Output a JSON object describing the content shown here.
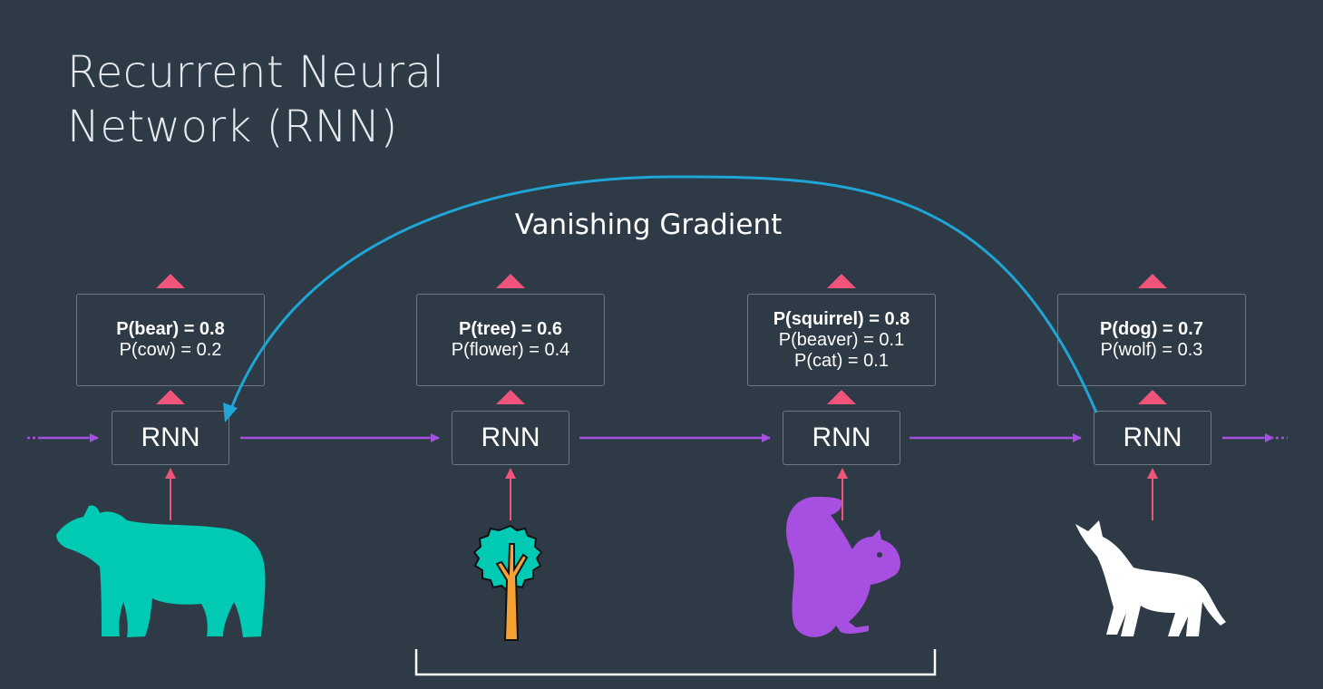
{
  "title": {
    "line1": "Recurrent Neural",
    "line2": "Network (RNN)"
  },
  "arc_label": "Vanishing Gradient",
  "rnn_label": "RNN",
  "steps": [
    {
      "input": "bear",
      "lines": [
        "P(bear) = 0.8",
        "P(cow) = 0.2"
      ]
    },
    {
      "input": "tree",
      "lines": [
        "P(tree) = 0.6",
        "P(flower) = 0.4"
      ]
    },
    {
      "input": "squirrel",
      "lines": [
        "P(squirrel) = 0.8",
        "P(beaver) = 0.1",
        "P(cat) = 0.1"
      ]
    },
    {
      "input": "wolf",
      "lines": [
        "P(dog) = 0.7",
        "P(wolf) = 0.3"
      ]
    }
  ],
  "colors": {
    "background": "#2e3a46",
    "arc": "#1fa6d6",
    "flow_arrow": "#a74fe0",
    "up_arrow": "#f0547a",
    "bear": "#00c9b4",
    "tree_canopy": "#00c9b4",
    "tree_trunk": "#f5a134",
    "squirrel": "#a74fe0",
    "wolf": "#ffffff"
  }
}
